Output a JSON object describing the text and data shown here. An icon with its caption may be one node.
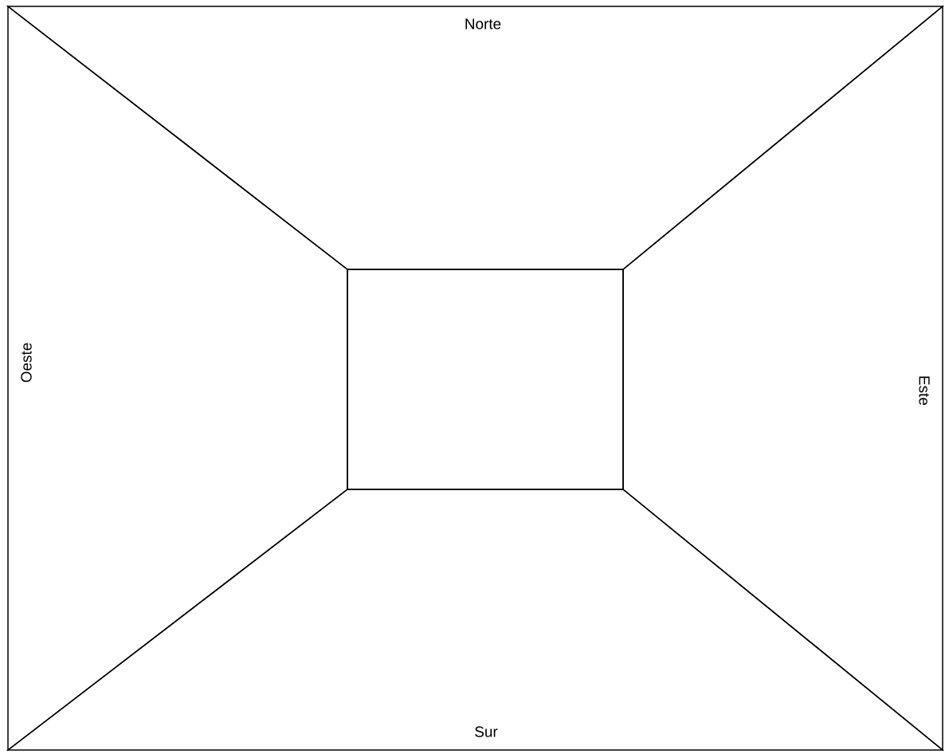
{
  "diagram": {
    "nodes": [
      {
        "text": [
          "Norte"
        ]
      },
      {
        "text": [
          "Oeste"
        ]
      },
      {
        "text": [],
        "shape": "box"
      },
      {
        "text": [
          "Este"
        ]
      },
      {
        "text": [
          "Sur"
        ]
      }
    ]
  }
}
